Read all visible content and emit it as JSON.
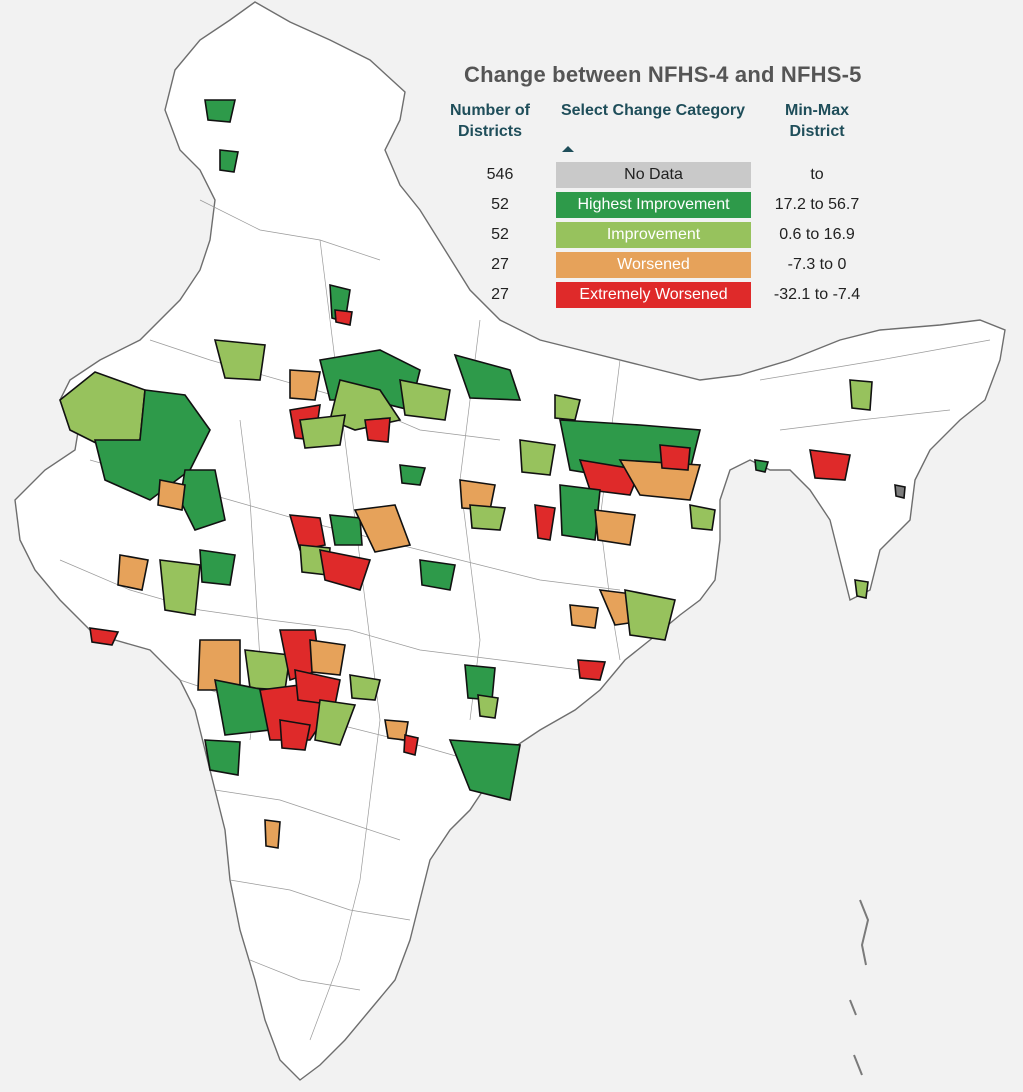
{
  "title": "Change between NFHS-4 and NFHS-5",
  "headers": {
    "count": "Number of Districts",
    "category": "Select Change Category",
    "range": "Min-Max District"
  },
  "legend": [
    {
      "count": "546",
      "label": "No Data",
      "range": "to",
      "color": "#c9c9c9",
      "text_color": "#222222"
    },
    {
      "count": "52",
      "label": "Highest Improvement",
      "range": "17.2 to 56.7",
      "color": "#2e9a4a",
      "text_color": "#ffffff"
    },
    {
      "count": "52",
      "label": "Improvement",
      "range": "0.6 to 16.9",
      "color": "#97c25d",
      "text_color": "#ffffff"
    },
    {
      "count": "27",
      "label": "Worsened",
      "range": "-7.3 to 0",
      "color": "#e6a25a",
      "text_color": "#ffffff"
    },
    {
      "count": "27",
      "label": "Extremely Worsened",
      "range": "-32.1 to -7.4",
      "color": "#df2a2a",
      "text_color": "#ffffff"
    }
  ],
  "colors": {
    "background": "#f2f2f2",
    "district_fill": "#ffffff",
    "district_border": "#7a7a7a",
    "highlight_border": "#111111",
    "header_text": "#1f4e5a"
  }
}
